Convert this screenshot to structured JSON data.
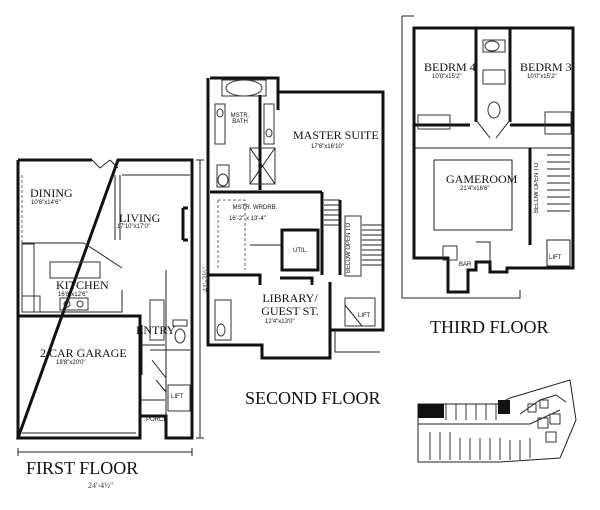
{
  "floors": {
    "first": "FIRST FLOOR",
    "second": "SECOND FLOOR",
    "third": "THIRD FLOOR"
  },
  "rooms": {
    "dining": {
      "name": "DINING",
      "size": "10'6\"x14'6\""
    },
    "living": {
      "name": "LIVING",
      "size": "17'10\"x17'0\""
    },
    "kitchen": {
      "name": "KITCHEN",
      "size": "16'8\"x12'6\""
    },
    "garage": {
      "name": "2 CAR GARAGE",
      "size": "18'8\"x20'0\""
    },
    "entry": {
      "name": "ENTRY"
    },
    "porch": {
      "name": "PORCH"
    },
    "lift1": {
      "name": "LIFT"
    },
    "mstr_bath": {
      "name": "MSTR. BATH"
    },
    "master_suite": {
      "name": "MASTER SUITE",
      "size": "17'6\"x16'10\""
    },
    "mstr_wrdrb": {
      "name": "MSTR. WRDRB.",
      "size": "16'-2\" x 13'-4\""
    },
    "util": {
      "name": "UTIL."
    },
    "below_open_2": {
      "name": "BELOW OPEN TO"
    },
    "library": {
      "name": "LIBRARY/ GUEST ST.",
      "size": "12'4\"x13'0\""
    },
    "lift2": {
      "name": "LIFT"
    },
    "bedrm4": {
      "name": "BEDRM 4",
      "size": "10'0\"x15'2\""
    },
    "bedrm3": {
      "name": "BEDRM 3",
      "size": "10'0\"x15'2\""
    },
    "gameroom": {
      "name": "GAMEROOM",
      "size": "21'4\"x16'6\""
    },
    "below_open_3": {
      "name": "BELOW OPEN TO"
    },
    "bar": {
      "name": "BAR"
    },
    "lift3": {
      "name": "LIFT"
    }
  },
  "dimensions": {
    "width": "24'-4½\"",
    "depth": "41'-3½\""
  },
  "site_plan": {
    "label": ""
  }
}
